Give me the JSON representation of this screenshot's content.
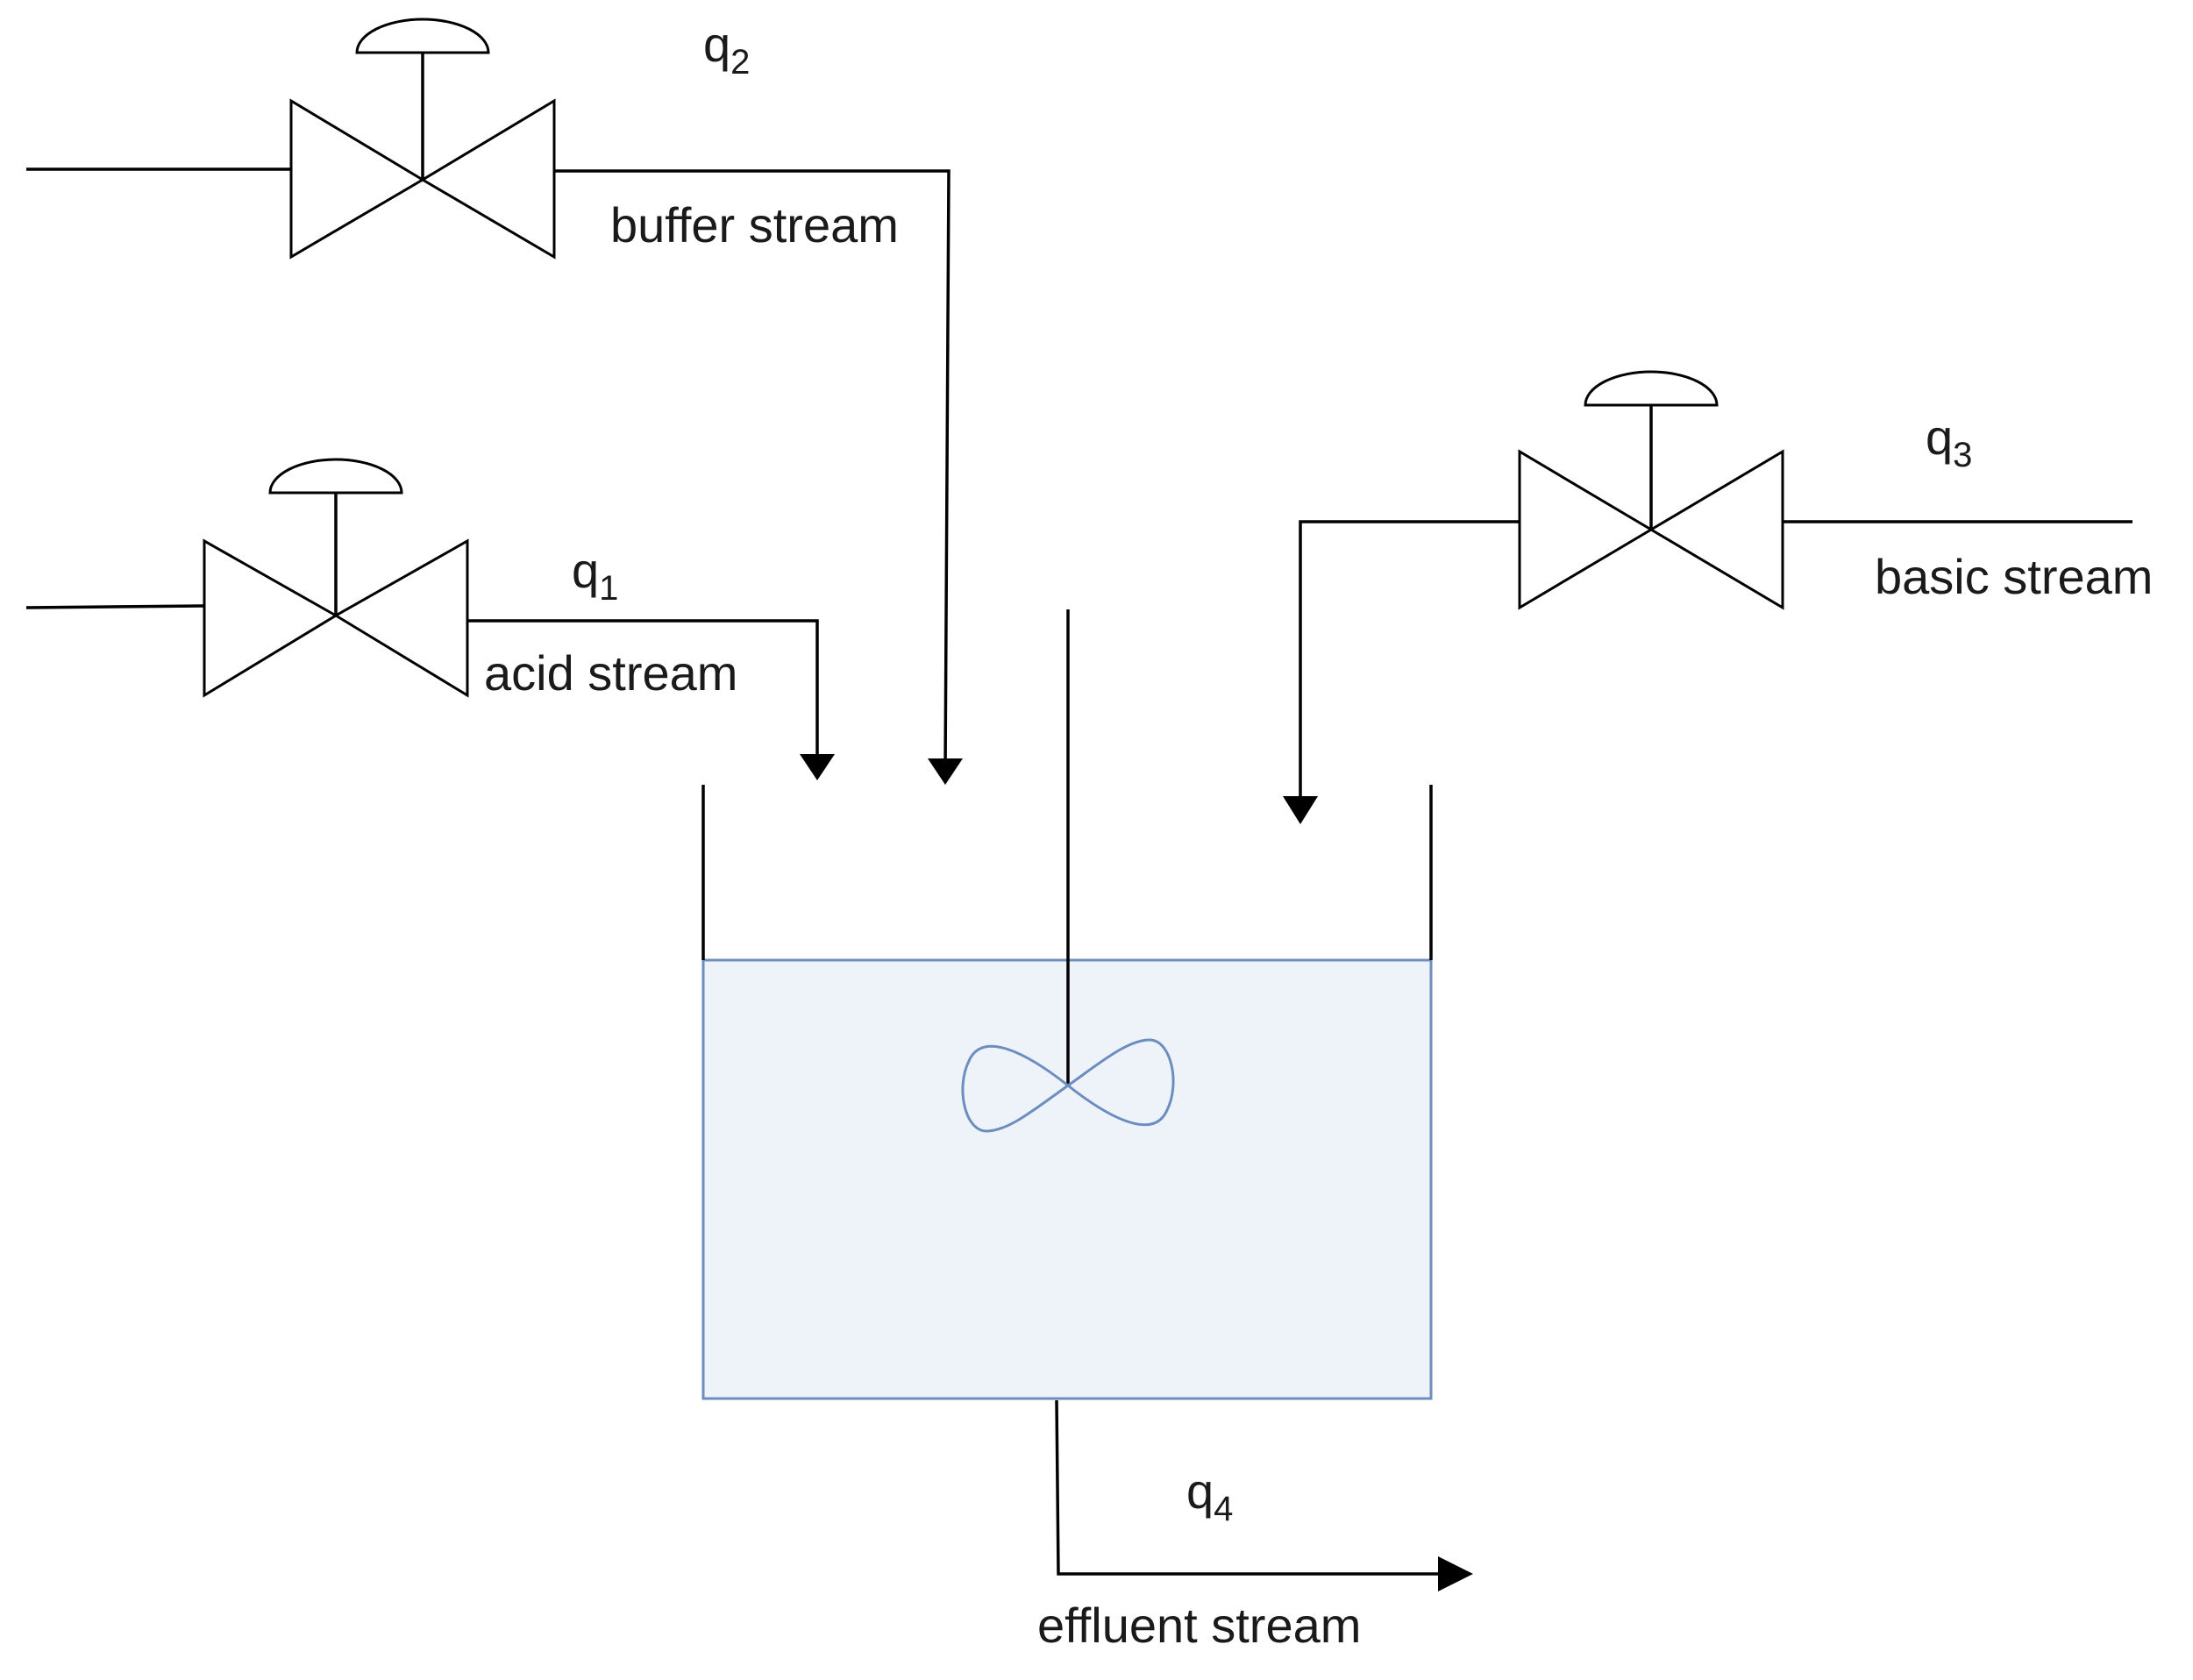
{
  "labels": {
    "acid": "acid stream",
    "buffer": "buffer stream",
    "basic": "basic stream",
    "effluent": "effluent stream"
  },
  "flows": {
    "q1": {
      "base": "q",
      "sub": "1"
    },
    "q2": {
      "base": "q",
      "sub": "2"
    },
    "q3": {
      "base": "q",
      "sub": "3"
    },
    "q4": {
      "base": "q",
      "sub": "4"
    }
  },
  "colors": {
    "line": "#000000",
    "liquid_fill": "#eef3f9",
    "liquid_stroke": "#6c8ebf"
  }
}
